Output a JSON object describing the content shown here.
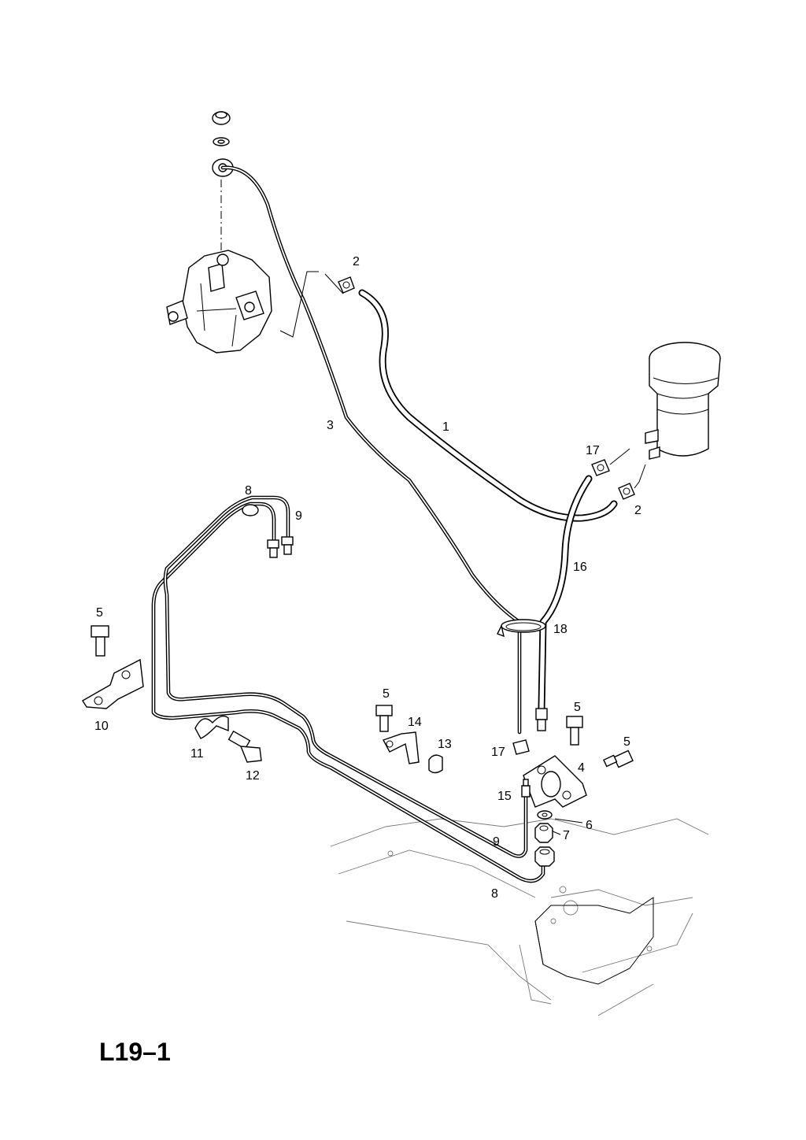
{
  "diagram_id": "L19–1",
  "callouts": {
    "c1": "1",
    "c2a": "2",
    "c2b": "2",
    "c3": "3",
    "c4": "4",
    "c5a": "5",
    "c5b": "5",
    "c5c": "5",
    "c5d": "5",
    "c6": "6",
    "c7": "7",
    "c8a": "8",
    "c8b": "8",
    "c9a": "9",
    "c9b": "9",
    "c10": "10",
    "c11": "11",
    "c12": "12",
    "c13": "13",
    "c14": "14",
    "c15": "15",
    "c16": "16",
    "c17a": "17",
    "c17b": "17",
    "c18": "18"
  }
}
